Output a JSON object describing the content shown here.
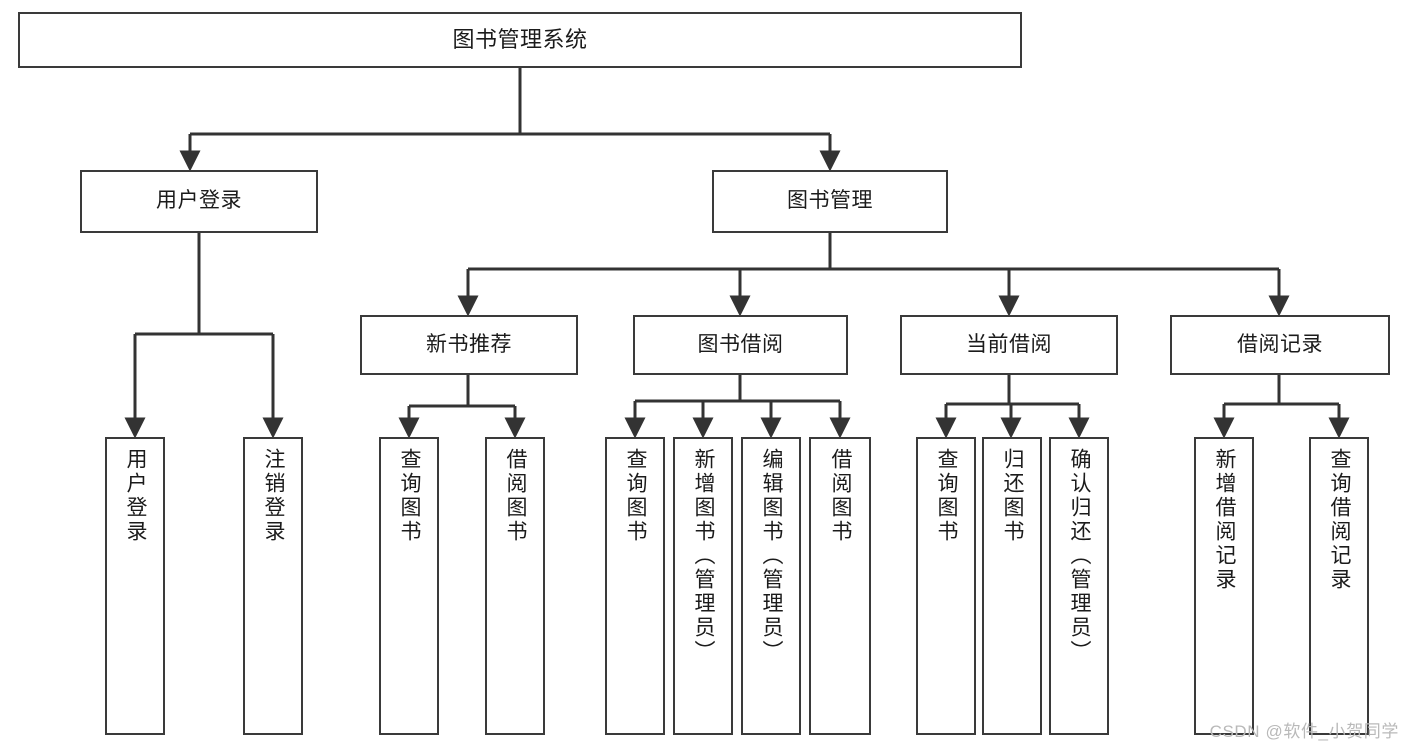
{
  "diagram": {
    "title": "图书管理系统",
    "type": "tree",
    "background_color": "#ffffff",
    "node_border_color": "#3a3a3a",
    "node_fill_color": "#ffffff",
    "edge_color": "#333333",
    "text_color": "#1b1b1b"
  },
  "watermark": {
    "text": "CSDN @软件_小贺同学",
    "color": "#b9b9b9"
  },
  "nodes": {
    "root": {
      "label": "图书管理系统"
    },
    "level1": [
      {
        "label": "用户登录"
      },
      {
        "label": "图书管理"
      }
    ],
    "level2": [
      {
        "label": "新书推荐"
      },
      {
        "label": "图书借阅"
      },
      {
        "label": "当前借阅"
      },
      {
        "label": "借阅记录"
      }
    ],
    "leaves": {
      "user_login": [
        {
          "label": "用户登录"
        },
        {
          "label": "注销登录"
        }
      ],
      "new_book_recommend": [
        {
          "label": "查询图书"
        },
        {
          "label": "借阅图书"
        }
      ],
      "book_borrow": [
        {
          "label": "查询图书"
        },
        {
          "label": "新增图书（管理员）"
        },
        {
          "label": "编辑图书（管理员）"
        },
        {
          "label": "借阅图书"
        }
      ],
      "current_borrow": [
        {
          "label": "查询图书"
        },
        {
          "label": "归还图书"
        },
        {
          "label": "确认归还（管理员）"
        }
      ],
      "borrow_record": [
        {
          "label": "新增借阅记录"
        },
        {
          "label": "查询借阅记录"
        }
      ]
    }
  }
}
